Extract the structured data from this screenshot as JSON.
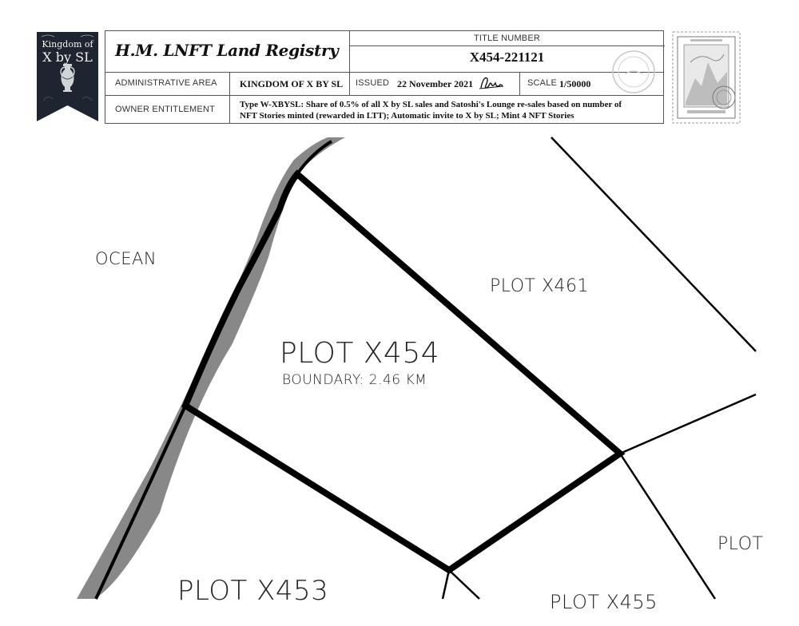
{
  "banner": {
    "title_line1": "Kingdom of",
    "title_line2": "X by SL",
    "icon": "amphora-vase-icon"
  },
  "registry": {
    "title": "H.M. LNFT Land Registry",
    "title_number_label": "TITLE NUMBER",
    "title_number": "X454-221121",
    "admin_area_label": "ADMINISTRATIVE AREA",
    "admin_area": "KINGDOM OF X BY SL",
    "issued_label": "ISSUED",
    "issued_date": "22 November 2021",
    "scale_label": "SCALE",
    "scale": "1/50000",
    "owner_label": "OWNER ENTITLEMENT",
    "owner_line1": "Type W-XBYSL: Share of 0.5% of all X by SL sales and Satoshi's Lounge re-sales based on number of",
    "owner_line2": "NFT Stories minted (rewarded in LTT); Automatic invite to X by SL; Mint 4 NFT Stories"
  },
  "stamp": {
    "icon": "postage-stamp-icon"
  },
  "map": {
    "ocean_label": "OCEAN",
    "main_plot": "PLOT X454",
    "main_boundary": "BOUNDARY: 2.46 KM",
    "neighbors": {
      "plot_x461": "PLOT X461",
      "plot_x453": "PLOT X453",
      "plot_x455": "PLOT X455",
      "plot_partial": "PLOT"
    }
  }
}
